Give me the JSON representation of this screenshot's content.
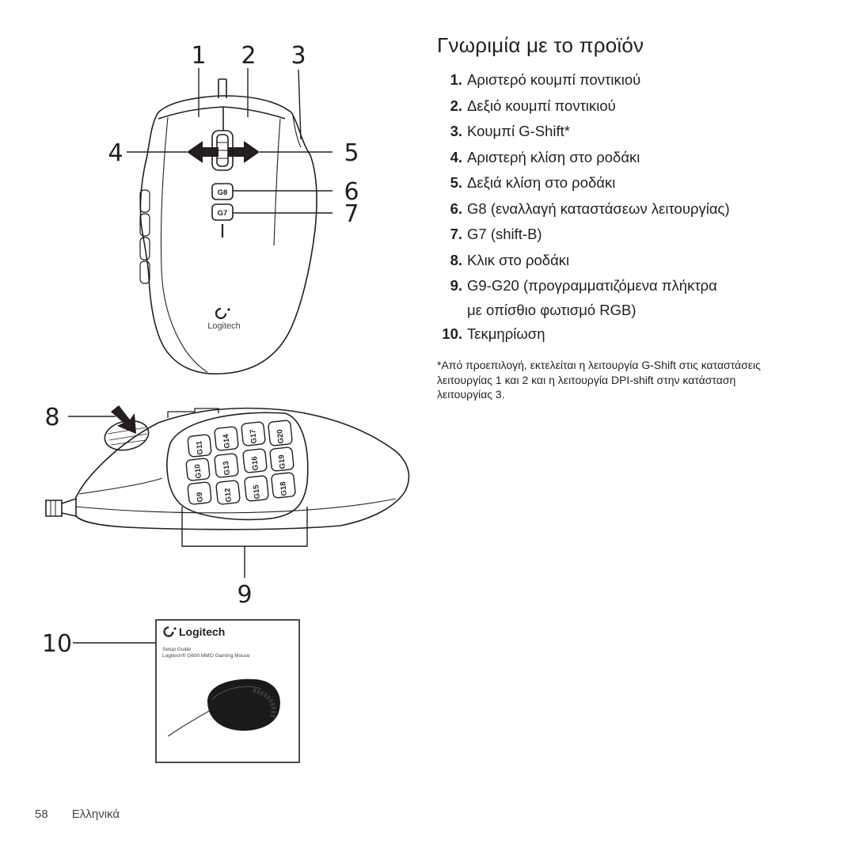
{
  "callouts": [
    "1",
    "2",
    "3",
    "4",
    "5",
    "6",
    "7",
    "8",
    "9",
    "10"
  ],
  "mouse_top": {
    "brand": "Logitech",
    "button_g8": "G8",
    "button_g7": "G7"
  },
  "side_keys": [
    "G9",
    "G10",
    "G11",
    "G12",
    "G13",
    "G14",
    "G15",
    "G16",
    "G17",
    "G18",
    "G19",
    "G20"
  ],
  "guide": {
    "brand": "Logitech",
    "title": "Setup Guide",
    "subtitle": "Logitech® G600 MMO Gaming Mouse"
  },
  "heading": "Γνωριμία με το προϊόν",
  "parts": [
    {
      "num": "1.",
      "label": "Αριστερό κουμπί ποντικιού"
    },
    {
      "num": "2.",
      "label": "Δεξιό κουμπί ποντικιού"
    },
    {
      "num": "3.",
      "label": "Κουμπί G-Shift*"
    },
    {
      "num": "4.",
      "label": "Αριστερή κλίση στο ροδάκι"
    },
    {
      "num": "5.",
      "label": "Δεξιά κλίση στο ροδάκι"
    },
    {
      "num": "6.",
      "label": "G8 (εναλλαγή καταστάσεων λειτουργίας)"
    },
    {
      "num": "7.",
      "label": "G7 (shift-B)"
    },
    {
      "num": "8.",
      "label": "Κλικ στο ροδάκι"
    },
    {
      "num": "9.",
      "label": "G9-G20 (προγραμματιζόμενα πλήκτρα",
      "cont": "με οπίσθιο φωτισμό RGB)"
    },
    {
      "num": "10.",
      "label": "Τεκμηρίωση"
    }
  ],
  "footnote": "*Από προεπιλογή, εκτελείται η λειτουργία G-Shift στις καταστάσεις λειτουργίας 1 και 2 και η λειτουργία DPI-shift στην κατάσταση λειτουργίας 3.",
  "footer": {
    "page": "58",
    "language": "Ελληνικά"
  }
}
